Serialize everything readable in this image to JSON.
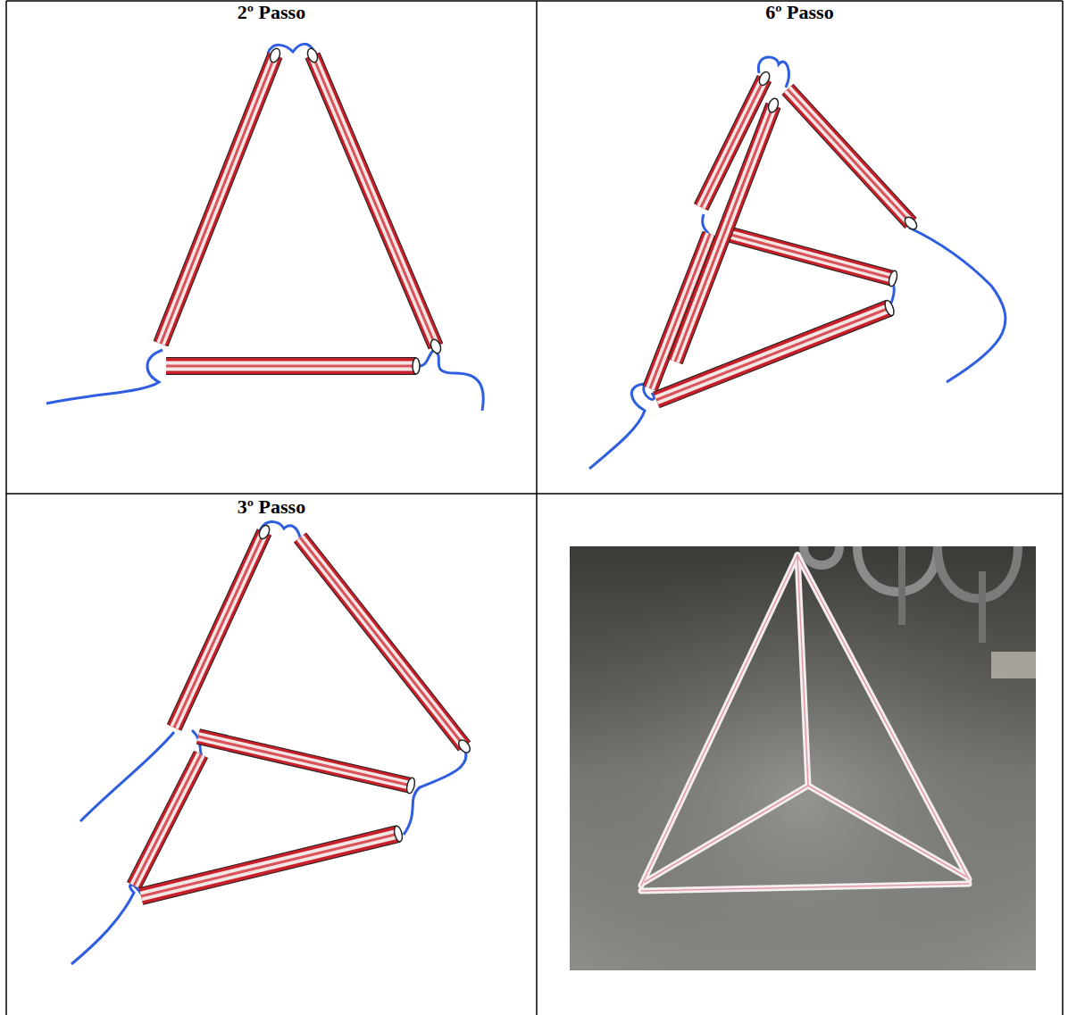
{
  "diagram": {
    "labels": [
      "2º Passo",
      "6º Passo",
      "3º Passo"
    ]
  }
}
